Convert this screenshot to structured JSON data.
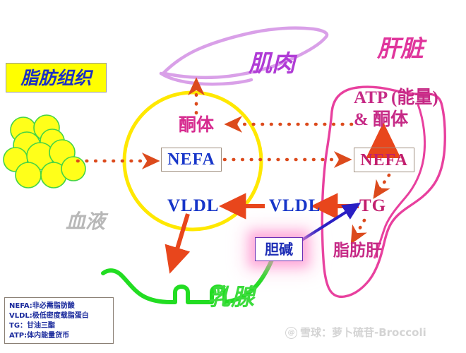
{
  "diagram": {
    "title_box": {
      "label": "脂肪组织"
    },
    "tissues": [
      {
        "name": "muscle",
        "label": "肌肉",
        "color": "#b03bd6"
      },
      {
        "name": "liver",
        "label": "肝脏",
        "color": "#e0359c"
      },
      {
        "name": "mammary",
        "label": "乳腺",
        "color": "#3ddc3d"
      },
      {
        "name": "blood",
        "label": "血液",
        "color": "#b8b8b8"
      }
    ],
    "blood_compartment": {
      "ketone_bodies": "酮体",
      "nefa": "NEFA",
      "vldl": "VLDL"
    },
    "liver_compartment": {
      "atp_line1": "ATP (能量)",
      "atp_line2": "&  酮体",
      "nefa": "NEFA",
      "tg": "TG",
      "vldl": "VLDL",
      "fatty_liver": "脂肪肝"
    },
    "choline": {
      "label": "胆碱"
    },
    "legend": {
      "lines": [
        "NEFA:非必需脂肪酸",
        "VLDL:极低密度载脂蛋白",
        "TG：甘油三酯",
        "ATP:体内能量货币"
      ]
    },
    "watermark": {
      "at": "@",
      "text": "雪球：萝卜硫苷-Broccoli"
    },
    "colors": {
      "adipose_fill": "#ffff00",
      "adipose_stroke": "#3ddc3d",
      "blood_circle": "#ffe800",
      "liver_outline": "#e8409e",
      "muscle_outline": "#d9a0e8",
      "mammary_outline": "#22dd22",
      "solid_arrow": "#e8461c",
      "dotted_arrow": "#d9411a",
      "choline_arrow": "#2a1fc4",
      "text_blue": "#1736c9",
      "text_magenta": "#c62a86"
    }
  }
}
